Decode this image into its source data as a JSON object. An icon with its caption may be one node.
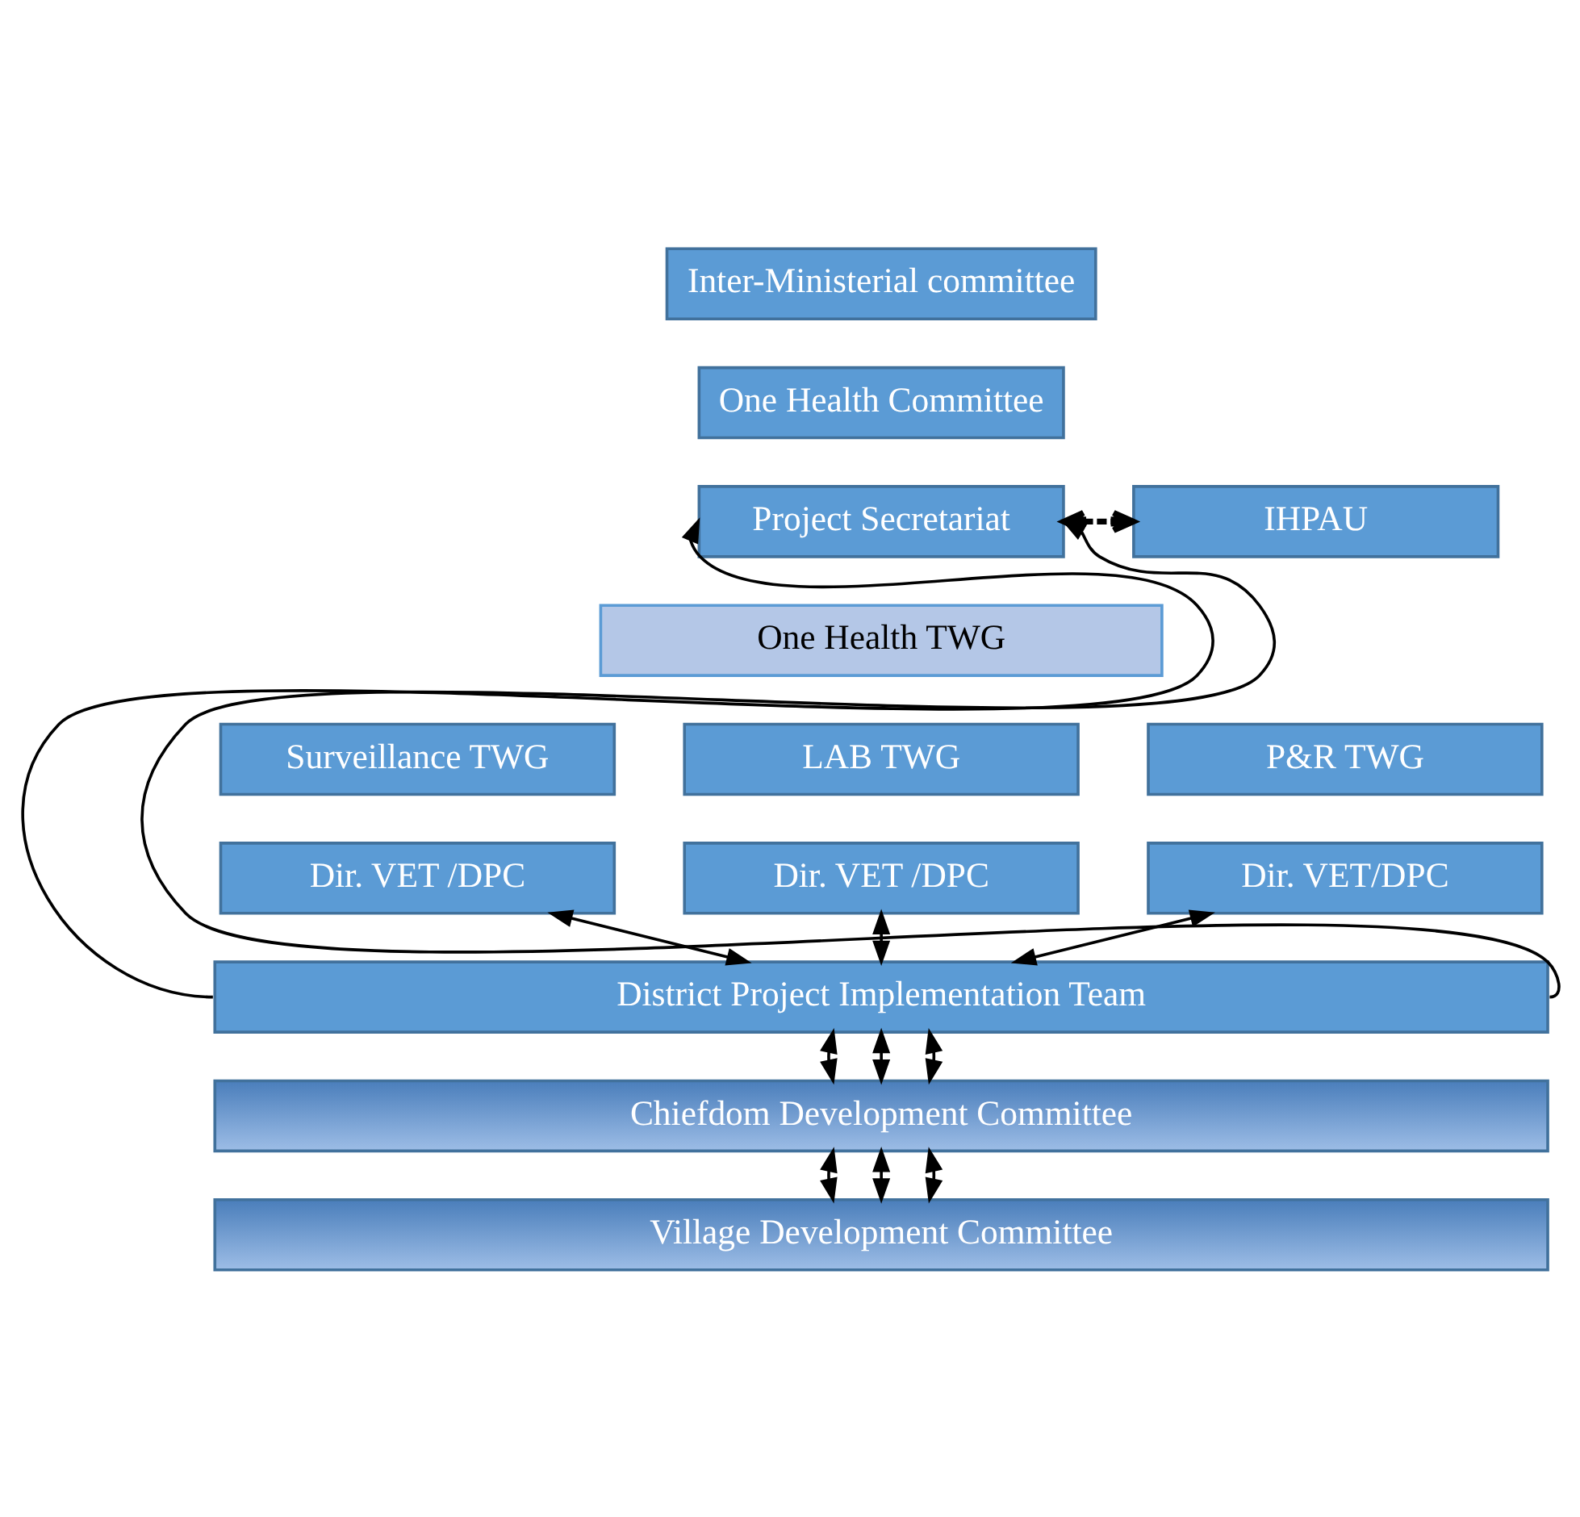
{
  "diagram": {
    "nodes": [
      {
        "text": [
          "Inter-Ministerial committee"
        ]
      },
      {
        "text": [
          "One Health Committee"
        ]
      },
      {
        "text": [
          "Project Secretariat"
        ]
      },
      {
        "text": [
          "IHPAU"
        ]
      },
      {
        "text": [
          "One Health TWG"
        ]
      },
      {
        "text": [
          "Surveillance TWG"
        ]
      },
      {
        "text": [
          "LAB TWG"
        ]
      },
      {
        "text": [
          "P&R TWG"
        ]
      },
      {
        "text": [
          "Dir. VET /DPC"
        ]
      },
      {
        "text": [
          "Dir. VET /DPC"
        ]
      },
      {
        "text": [
          "Dir. VET/DPC"
        ]
      },
      {
        "text": [
          "District Project Implementation Team"
        ]
      },
      {
        "text": [
          "Chiefdom Development Committee"
        ]
      },
      {
        "text": [
          "Village Development Committee"
        ]
      }
    ],
    "edges": [
      {
        "from": 2,
        "to": 3,
        "arrow": "both",
        "style": "dashed"
      },
      {
        "from": 11,
        "to": 2,
        "arrow": "to"
      },
      {
        "from": 11,
        "to": 2,
        "arrow": "to"
      },
      {
        "from": 8,
        "to": 11,
        "arrow": "both"
      },
      {
        "from": 9,
        "to": 11,
        "arrow": "both"
      },
      {
        "from": 10,
        "to": 11,
        "arrow": "both"
      },
      {
        "from": 11,
        "to": 12,
        "arrow": "both"
      },
      {
        "from": 11,
        "to": 12,
        "arrow": "both"
      },
      {
        "from": 11,
        "to": 12,
        "arrow": "both"
      },
      {
        "from": 12,
        "to": 13,
        "arrow": "both"
      },
      {
        "from": 12,
        "to": 13,
        "arrow": "both"
      },
      {
        "from": 12,
        "to": 13,
        "arrow": "both"
      }
    ]
  }
}
